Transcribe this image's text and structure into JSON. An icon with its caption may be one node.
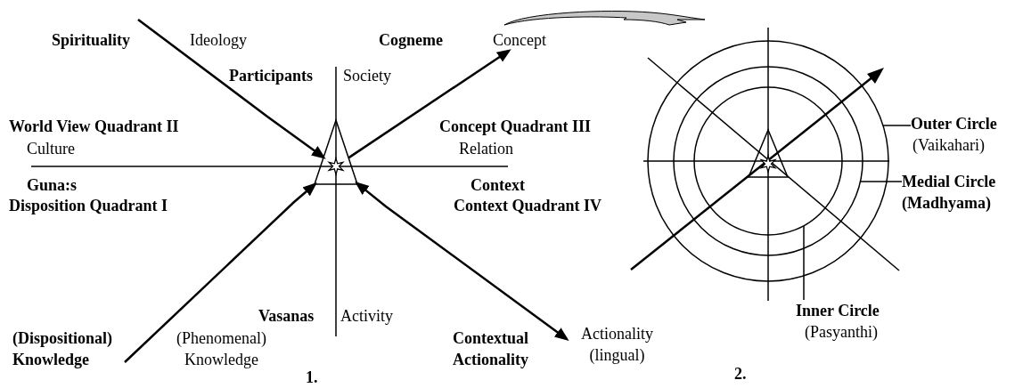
{
  "diagram": {
    "nodes": [
      {
        "text": [],
        "shape": "triangle"
      },
      {
        "text": [],
        "shape": "circle"
      },
      {
        "text": [],
        "shape": "circle",
        "in": 1
      },
      {
        "text": [],
        "shape": "circle",
        "in": 2
      },
      {
        "text": [],
        "shape": "triangle",
        "in": 3
      },
      {
        "text": [
          "Outer Circle",
          "(Vaikahari)"
        ]
      },
      {
        "text": [
          "Medial Circle (Madhyama)"
        ]
      },
      {
        "text": [
          "Inner Circle",
          "(Pasyanthi)"
        ]
      },
      {
        "text": [
          "Concept"
        ]
      },
      {
        "text": [
          "Actionality (lingual)"
        ]
      }
    ],
    "edges": [
      {
        "from": null,
        "to": 0,
        "arrow": "to"
      },
      {
        "from": 0,
        "to": 8,
        "arrow": "to"
      },
      {
        "from": null,
        "to": 0,
        "arrow": "to"
      },
      {
        "from": 9,
        "to": 0,
        "arrow": "both"
      },
      {
        "from": 5,
        "to": 1,
        "arrow": "none"
      },
      {
        "from": 6,
        "to": 2,
        "arrow": "none"
      },
      {
        "from": 7,
        "to": 3,
        "arrow": "none"
      }
    ],
    "labels": [
      "Spirituality",
      "Ideology",
      "Cogneme",
      "Participants",
      "Society",
      "World View Quadrant II",
      "Culture",
      "Concept Quadrant III",
      "Relation",
      "Guna:s",
      "Context",
      "Disposition Quadrant I",
      "Context Quadrant IV",
      "Vasanas",
      "Activity",
      "(Dispositional) Knowledge",
      "(Phenomenal) Knowledge",
      "Contextual Actionality",
      "1.",
      "2."
    ]
  }
}
